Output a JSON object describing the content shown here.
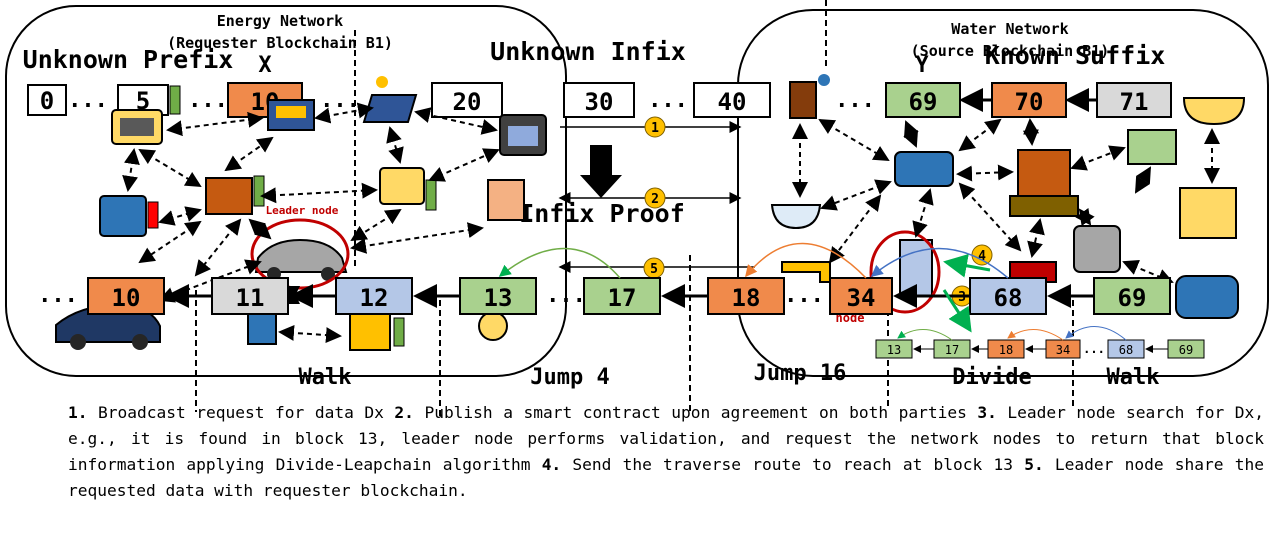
{
  "labels": {
    "energy_title": "Energy Network",
    "energy_subtitle": "(Requester Blockchain B1)",
    "water_title": "Water Network",
    "water_subtitle": "(Source Blockchain B1)",
    "unknown_prefix": "Unknown Prefix",
    "unknown_infix": "Unknown Infix",
    "known_suffix": "Known Suffix",
    "infix_proof": "Infix Proof",
    "x_label": "X",
    "y_label": "Y",
    "leader_node": "Leader node",
    "node_label": "node",
    "walk_left": "Walk",
    "jump4": "Jump 4",
    "jump16": "Jump 16",
    "divide": "Divide",
    "walk_right": "Walk",
    "dots": "..."
  },
  "top_chain": [
    {
      "id": "b0",
      "value": "0",
      "color": "#ffffff"
    },
    {
      "id": "b5",
      "value": "5",
      "color": "#ffffff"
    },
    {
      "id": "b10t",
      "value": "10",
      "color": "#f08a4b"
    },
    {
      "id": "b20",
      "value": "20",
      "color": "#ffffff"
    },
    {
      "id": "b30",
      "value": "30",
      "color": "#ffffff"
    },
    {
      "id": "b40",
      "value": "40",
      "color": "#ffffff"
    },
    {
      "id": "b69t",
      "value": "69",
      "color": "#a9d18e"
    },
    {
      "id": "b70",
      "value": "70",
      "color": "#f08a4b"
    },
    {
      "id": "b71",
      "value": "71",
      "color": "#d9d9d9"
    }
  ],
  "bottom_chain": [
    {
      "id": "c10",
      "value": "10",
      "color": "#f08a4b"
    },
    {
      "id": "c11",
      "value": "11",
      "color": "#d9d9d9"
    },
    {
      "id": "c12",
      "value": "12",
      "color": "#b4c7e7"
    },
    {
      "id": "c13",
      "value": "13",
      "color": "#a9d18e"
    },
    {
      "id": "c17",
      "value": "17",
      "color": "#a9d18e"
    },
    {
      "id": "c18",
      "value": "18",
      "color": "#f08a4b"
    },
    {
      "id": "c34",
      "value": "34",
      "color": "#f08a4b"
    },
    {
      "id": "c68",
      "value": "68",
      "color": "#b4c7e7"
    },
    {
      "id": "c69",
      "value": "69",
      "color": "#a9d18e"
    }
  ],
  "mini_chain": [
    {
      "value": "13",
      "color": "#a9d18e"
    },
    {
      "value": "17",
      "color": "#a9d18e"
    },
    {
      "value": "18",
      "color": "#f08a4b"
    },
    {
      "value": "34",
      "color": "#f08a4b"
    },
    {
      "value": "68",
      "color": "#b4c7e7"
    },
    {
      "value": "69",
      "color": "#a9d18e"
    }
  ],
  "steps": [
    "1",
    "2",
    "3",
    "4",
    "5"
  ],
  "colors": {
    "step_badge": "#ffc000",
    "leader_circle": "#c00000",
    "arrow_green": "#00b050",
    "arrow_orange": "#ed7d31",
    "arrow_blue": "#4472c4"
  },
  "caption": [
    {
      "num": "1.",
      "text": " Broadcast request for data Dx "
    },
    {
      "num": "2.",
      "text": " Publish a smart contract upon agreement on both parties "
    },
    {
      "num": "3.",
      "text": " Leader node search for Dx, e.g., it is found in block 13, leader node performs validation, and request the network nodes to return that block information applying Divide-Leapchain algorithm "
    },
    {
      "num": "4.",
      "text": " Send the traverse route to reach at block 13 "
    },
    {
      "num": "5.",
      "text": " Leader node share the requested data with requester blockchain."
    }
  ]
}
